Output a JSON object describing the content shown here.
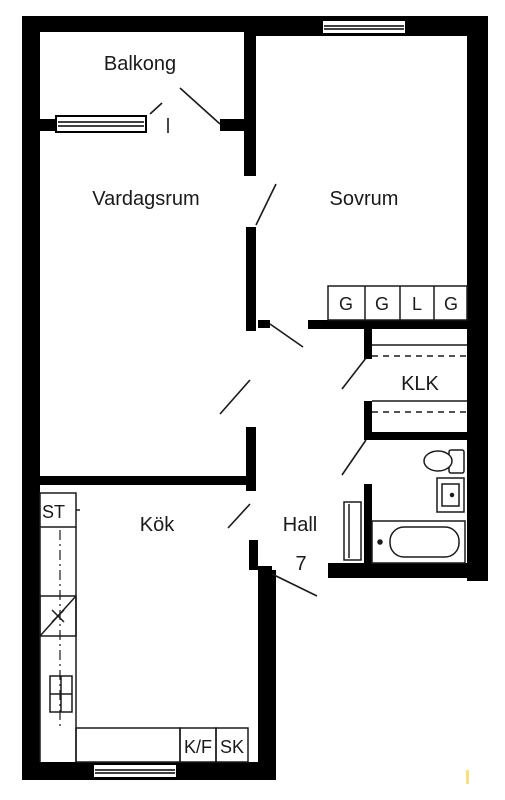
{
  "rooms": {
    "balcony": "Balkong",
    "living": "Vardagsrum",
    "bedroom": "Sovrum",
    "closet": "KLK",
    "kitchen": "Kök",
    "hall": "Hall",
    "hall_number": "7"
  },
  "storage": {
    "g1": "G",
    "g2": "G",
    "l": "L",
    "g3": "G"
  },
  "kitchen_fixtures": {
    "stove": "ST",
    "fridge_freezer": "K/F",
    "cabinet": "SK"
  },
  "colors": {
    "wall": "#000000",
    "line": "#1a1a1a",
    "background": "#ffffff",
    "accent": "#f2c200"
  }
}
